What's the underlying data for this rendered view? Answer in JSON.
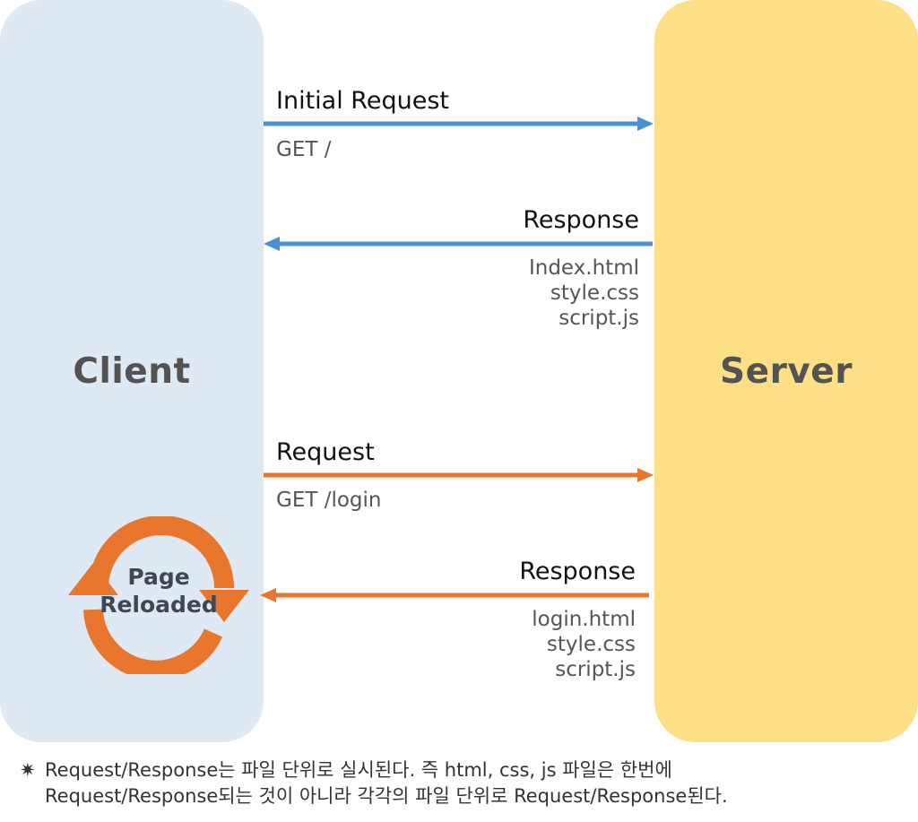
{
  "panels": {
    "client": "Client",
    "server": "Server"
  },
  "messages": [
    {
      "label": "Initial Request",
      "detail": [
        "GET /"
      ],
      "direction": "client-to-server",
      "color": "#4a90d9"
    },
    {
      "label": "Response",
      "detail": [
        "Index.html",
        "style.css",
        "script.js"
      ],
      "direction": "server-to-client",
      "color": "#4a90d9"
    },
    {
      "label": "Request",
      "detail": [
        "GET /login"
      ],
      "direction": "client-to-server",
      "color": "#e8762d"
    },
    {
      "label": "Response",
      "detail": [
        "login.html",
        "style.css",
        "script.js"
      ],
      "direction": "server-to-client",
      "color": "#e8762d"
    }
  ],
  "reload": {
    "line1": "Page",
    "line2": "Reloaded",
    "icon": "reload-cycle-icon",
    "color": "#e8762d"
  },
  "colors": {
    "client_bg": "#dfe9f4",
    "server_bg": "#fddf86",
    "initial_flow": "#4a90d9",
    "reload_flow": "#e8762d"
  },
  "footnote": {
    "mark": "✷",
    "line1": "Request/Response는 파일 단위로 실시된다. 즉 html, css, js 파일은 한번에",
    "line2": "Request/Response되는 것이 아니라 각각의 파일 단위로 Request/Response된다."
  }
}
